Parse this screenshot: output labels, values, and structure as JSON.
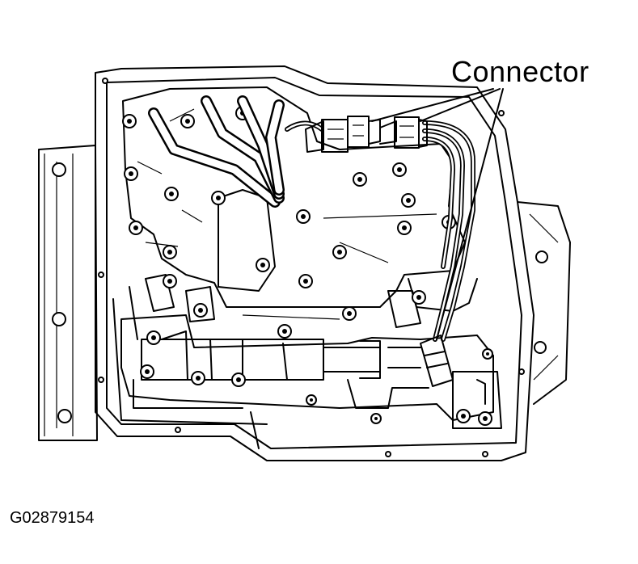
{
  "callout": {
    "label": "Connector"
  },
  "figure_code": "G02879154",
  "parts": {
    "leader_lines": "leader-lines",
    "connector_group": "three-pin-connectors",
    "wiring_harness": "solenoid-wiring-harness",
    "valve_body": "valve-body",
    "oil_pan_flange": "transmission-case-flange"
  }
}
